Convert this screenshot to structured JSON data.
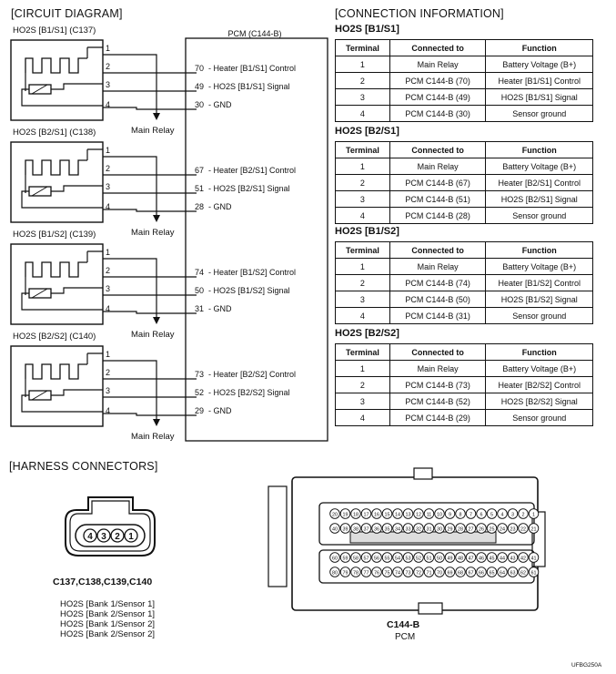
{
  "circuit_diagram_title": "[CIRCUIT DIAGRAM]",
  "connection_info_title": "[CONNECTION INFORMATION]",
  "harness_title": "[HARNESS CONNECTORS]",
  "pcm_label": "PCM (C144-B)",
  "main_relay_label": "Main Relay",
  "sensors": [
    {
      "name": "HO2S [B1/S1] (C137)",
      "pins": [
        "1",
        "2",
        "3",
        "4"
      ],
      "wires": [
        {
          "num": "70",
          "label": "- Heater [B1/S1] Control"
        },
        {
          "num": "49",
          "label": "- HO2S [B1/S1] Signal"
        },
        {
          "num": "30",
          "label": "- GND"
        }
      ]
    },
    {
      "name": "HO2S [B2/S1] (C138)",
      "pins": [
        "1",
        "2",
        "3",
        "4"
      ],
      "wires": [
        {
          "num": "67",
          "label": "- Heater [B2/S1] Control"
        },
        {
          "num": "51",
          "label": "- HO2S [B2/S1] Signal"
        },
        {
          "num": "28",
          "label": "- GND"
        }
      ]
    },
    {
      "name": "HO2S [B1/S2] (C139)",
      "pins": [
        "1",
        "2",
        "3",
        "4"
      ],
      "wires": [
        {
          "num": "74",
          "label": "- Heater [B1/S2] Control"
        },
        {
          "num": "50",
          "label": "- HO2S [B1/S2] Signal"
        },
        {
          "num": "31",
          "label": "- GND"
        }
      ]
    },
    {
      "name": "HO2S [B2/S2] (C140)",
      "pins": [
        "1",
        "2",
        "3",
        "4"
      ],
      "wires": [
        {
          "num": "73",
          "label": "- Heater [B2/S2] Control"
        },
        {
          "num": "52",
          "label": "- HO2S [B2/S2] Signal"
        },
        {
          "num": "29",
          "label": "- GND"
        }
      ]
    }
  ],
  "table_headers": [
    "Terminal",
    "Connected to",
    "Function"
  ],
  "tables": [
    {
      "title": "HO2S [B1/S1]",
      "rows": [
        [
          "1",
          "Main Relay",
          "Battery Voltage (B+)"
        ],
        [
          "2",
          "PCM C144-B (70)",
          "Heater [B1/S1] Control"
        ],
        [
          "3",
          "PCM C144-B (49)",
          "HO2S [B1/S1] Signal"
        ],
        [
          "4",
          "PCM C144-B (30)",
          "Sensor ground"
        ]
      ]
    },
    {
      "title": "HO2S [B2/S1]",
      "rows": [
        [
          "1",
          "Main Relay",
          "Battery Voltage (B+)"
        ],
        [
          "2",
          "PCM C144-B (67)",
          "Heater [B2/S1] Control"
        ],
        [
          "3",
          "PCM C144-B (51)",
          "HO2S [B2/S1] Signal"
        ],
        [
          "4",
          "PCM C144-B (28)",
          "Sensor ground"
        ]
      ]
    },
    {
      "title": "HO2S [B1/S2]",
      "rows": [
        [
          "1",
          "Main Relay",
          "Battery Voltage (B+)"
        ],
        [
          "2",
          "PCM C144-B (74)",
          "Heater [B1/S2] Control"
        ],
        [
          "3",
          "PCM C144-B (50)",
          "HO2S [B1/S2] Signal"
        ],
        [
          "4",
          "PCM C144-B (31)",
          "Sensor ground"
        ]
      ]
    },
    {
      "title": "HO2S [B2/S2]",
      "rows": [
        [
          "1",
          "Main Relay",
          "Battery Voltage (B+)"
        ],
        [
          "2",
          "PCM C144-B (73)",
          "Heater [B2/S2] Control"
        ],
        [
          "3",
          "PCM C144-B (52)",
          "HO2S [B2/S2] Signal"
        ],
        [
          "4",
          "PCM C144-B (29)",
          "Sensor ground"
        ]
      ]
    }
  ],
  "small_connector": {
    "pins": [
      "4",
      "3",
      "2",
      "1"
    ],
    "label": "C137,C138,C139,C140",
    "notes": [
      "HO2S [Bank 1/Sensor 1]",
      "HO2S [Bank 2/Sensor 1]",
      "HO2S [Bank 1/Sensor 2]",
      "HO2S [Bank 2/Sensor 2]"
    ]
  },
  "pcm_connector": {
    "label": "C144-B",
    "sub": "PCM",
    "rows": [
      [
        "20",
        "19",
        "18",
        "17",
        "16",
        "15",
        "14",
        "13",
        "12",
        "11",
        "10",
        "9",
        "8",
        "7",
        "6",
        "5",
        "4",
        "3",
        "2",
        "1"
      ],
      [
        "40",
        "39",
        "38",
        "37",
        "36",
        "35",
        "34",
        "33",
        "32",
        "31",
        "30",
        "29",
        "28",
        "27",
        "26",
        "25",
        "24",
        "23",
        "22",
        "21"
      ],
      [
        "60",
        "59",
        "58",
        "57",
        "56",
        "55",
        "54",
        "53",
        "52",
        "51",
        "50",
        "49",
        "48",
        "47",
        "46",
        "45",
        "44",
        "43",
        "42",
        "41"
      ],
      [
        "80",
        "79",
        "78",
        "77",
        "76",
        "75",
        "74",
        "73",
        "72",
        "71",
        "70",
        "69",
        "68",
        "67",
        "66",
        "65",
        "64",
        "63",
        "62",
        "61"
      ]
    ]
  },
  "figure_code": "UFBG250A"
}
